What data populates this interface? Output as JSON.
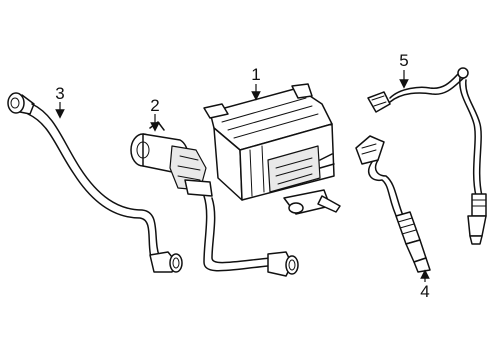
{
  "callouts": [
    {
      "id": "c1",
      "number": "1"
    },
    {
      "id": "c2",
      "number": "2"
    },
    {
      "id": "c3",
      "number": "3"
    },
    {
      "id": "c4",
      "number": "4"
    },
    {
      "id": "c5",
      "number": "5"
    }
  ],
  "parts": {
    "canister": "evap-canister",
    "purge_valve": "purge-valve",
    "vent_hose": "vent-hose",
    "oxygen_sensor_front": "oxygen-sensor",
    "oxygen_sensor_rear": "oxygen-sensor"
  },
  "colors": {
    "line": "#111111",
    "background": "#ffffff"
  }
}
